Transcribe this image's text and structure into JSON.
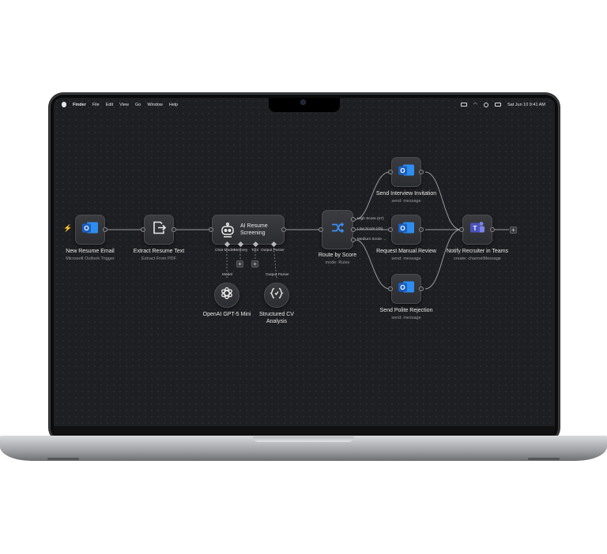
{
  "menubar": {
    "items": [
      "Finder",
      "File",
      "Edit",
      "View",
      "Go",
      "Window",
      "Help"
    ],
    "datetime": "Sat Jun 10  9:41 AM"
  },
  "workflow": {
    "nodes": {
      "new_resume_email": {
        "title": "New Resume Email",
        "subtitle": "Microsoft Outlook Trigger",
        "icon": "outlook-icon"
      },
      "extract_resume_text": {
        "title": "Extract Resume Text",
        "subtitle": "Extract From PDF",
        "icon": "extract-icon"
      },
      "ai_resume_screening": {
        "title_line1": "AI Resume",
        "title_line2": "Screening",
        "icon": "robot-icon",
        "port_labels": [
          "Chat Model",
          "Memory",
          "Tool",
          "Output Parser"
        ]
      },
      "openai_model": {
        "title": "OpenAI GPT-5 Mini",
        "connector_label": "Model",
        "icon": "openai-icon"
      },
      "structured_cv": {
        "title_line1": "Structured CV",
        "title_line2": "Analysis",
        "connector_label": "Output Parser",
        "icon": "braces-icon"
      },
      "route_by_score": {
        "title": "Route by Score",
        "subtitle": "mode: Rules",
        "icon": "switch-icon",
        "outputs": [
          "High Score (≥7)",
          "Low Score (≤5)",
          "Medium Score ..."
        ]
      },
      "send_interview": {
        "title": "Send Interview Invitation",
        "subtitle": "send: message",
        "icon": "outlook-icon"
      },
      "request_review": {
        "title": "Request Manual Review",
        "subtitle": "send: message",
        "icon": "outlook-icon"
      },
      "send_rejection": {
        "title": "Send Polite Rejection",
        "subtitle": "send: message",
        "icon": "outlook-icon"
      },
      "notify_teams": {
        "title": "Notify Recruiter in Teams",
        "subtitle": "create: channelMessage",
        "icon": "teams-icon"
      }
    },
    "add_button_label": "+"
  },
  "colors": {
    "outlook": "#1b6fd6",
    "teams": "#4b53bc",
    "trigger": "#f29a26",
    "canvas": "#1e1f22"
  }
}
